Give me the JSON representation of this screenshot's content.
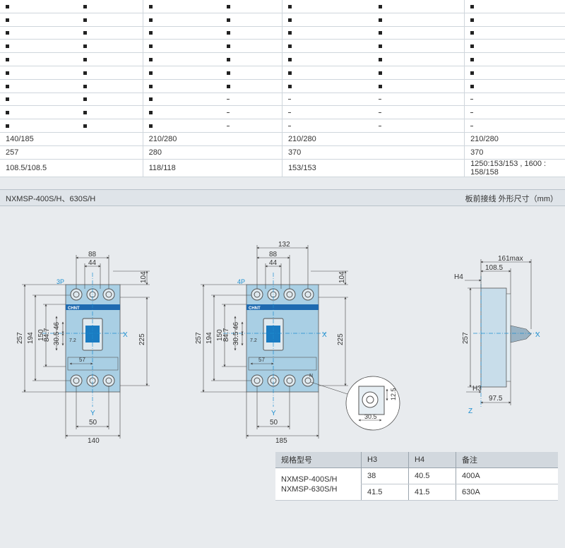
{
  "table": {
    "square_rows": 10,
    "dash_rows_from": 7,
    "dimension_rows": [
      [
        "140/185",
        "210/280",
        "210/280",
        "210/280"
      ],
      [
        "257",
        "280",
        "370",
        "370"
      ],
      [
        "108.5/108.5",
        "118/118",
        "153/153",
        "1250:153/153 , 1600 : 158/158"
      ]
    ]
  },
  "section": {
    "title": "NXMSP-400S/H、630S/H",
    "right_label": "板前接线   外形尺寸（mm）"
  },
  "drawing": {
    "view3p": {
      "label": "3P",
      "dims": {
        "d88": "88",
        "d44": "44",
        "d104": "104",
        "d257": "257",
        "d194": "194",
        "d150": "150",
        "d84_7": "84.7",
        "d30_5": "30.5",
        "d46": "46",
        "d225": "225",
        "d57": "57",
        "d7_2": "7.2",
        "d50": "50",
        "d140": "140"
      },
      "axis_x": "X",
      "axis_y": "Y",
      "brand": "CHNT"
    },
    "view4p": {
      "label": "4P",
      "dims": {
        "d132": "132",
        "d88": "88",
        "d44": "44",
        "d104": "104",
        "d257": "257",
        "d194": "194",
        "d150": "150",
        "d84_7": "84.7",
        "d30_5": "30.5",
        "d46": "46",
        "d225": "225",
        "d57": "57",
        "d7_2": "7.2",
        "d50": "50",
        "d185": "185",
        "d30_5b": "30.5",
        "d12_5": "12.5"
      },
      "axis_x": "X",
      "axis_y": "Y",
      "brand": "CHNT",
      "n_label": "N"
    },
    "side": {
      "dims": {
        "d161": "161max",
        "d108_5": "108.5",
        "h4": "H4",
        "d257": "257",
        "h3": "H3",
        "d97_5": "97.5"
      },
      "axis_x": "X",
      "axis_z": "Z"
    }
  },
  "spec": {
    "headers": [
      "规格型号",
      "H3",
      "H4",
      "备注"
    ],
    "models": [
      "NXMSP-400S/H",
      "NXMSP-630S/H"
    ],
    "rows": [
      {
        "h3": "38",
        "h4": "40.5",
        "note": "400A"
      },
      {
        "h3": "41.5",
        "h4": "41.5",
        "note": "630A"
      }
    ]
  },
  "colors": {
    "accent": "#1e8fd0",
    "breaker_body": "#9ec7de",
    "handle": "#1a7cc2",
    "brand_bar": "#1e6ab0"
  }
}
